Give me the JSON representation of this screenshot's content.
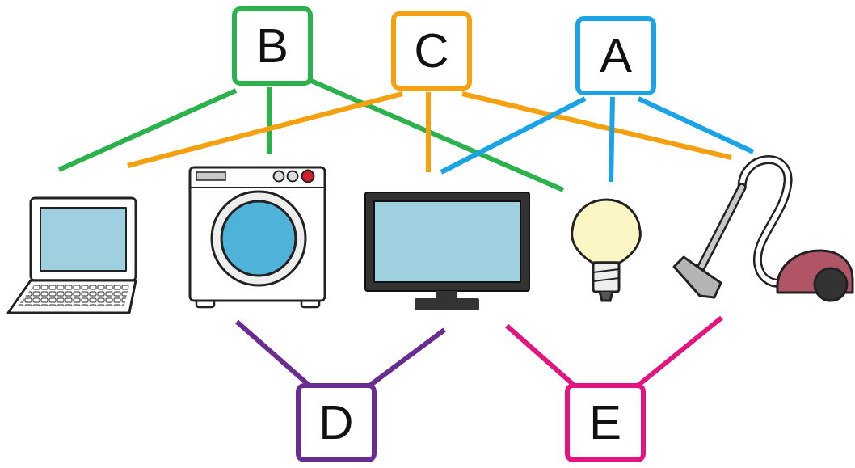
{
  "diagram": {
    "nodes": [
      {
        "text": [
          "B"
        ]
      },
      {
        "text": [
          "C"
        ]
      },
      {
        "text": [
          "A"
        ]
      },
      {
        "text": [
          "D"
        ]
      },
      {
        "text": [
          "E"
        ]
      }
    ]
  }
}
